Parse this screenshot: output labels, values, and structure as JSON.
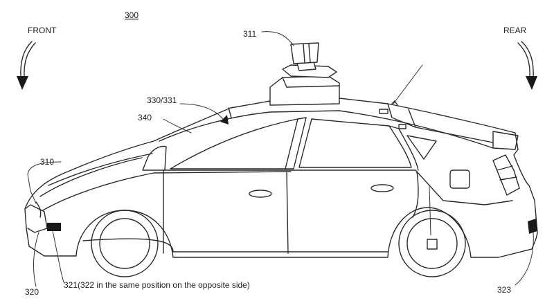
{
  "figure": {
    "number": "300",
    "labels": {
      "front": "FRONT",
      "rear": "REAR",
      "vehicle": "310",
      "roof_sensor": "311",
      "front_bumper": "320",
      "side_sensor": "321(322 in the same position on the opposite side)",
      "rear_sensor": "323",
      "windshield_sensor": "330/331",
      "hood_area": "340"
    }
  }
}
